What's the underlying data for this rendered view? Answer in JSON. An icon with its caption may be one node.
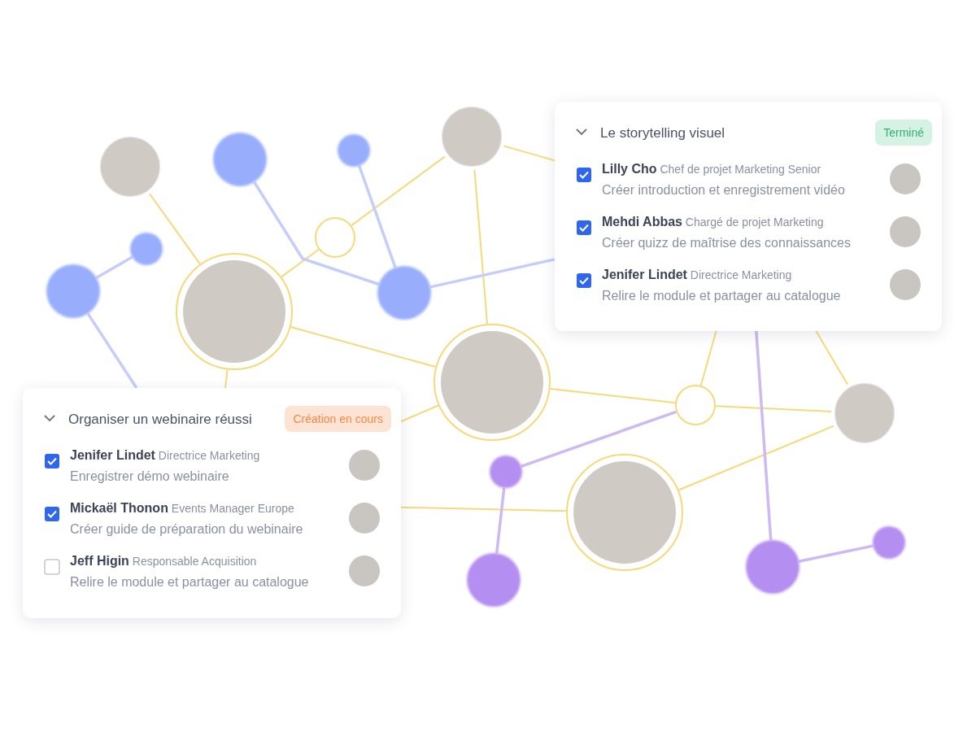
{
  "diagram": {
    "nodes": [
      {
        "text": [],
        "shape": "circle"
      },
      {
        "text": [],
        "shape": "circle"
      },
      {
        "text": [],
        "shape": "circle"
      },
      {
        "text": [],
        "shape": "circle"
      },
      {
        "text": [
          "Le storytelling visuel",
          "**Lilly Cho** Chef de projet Marketing Senior",
          "Créer introduction et enregistrement vidéo",
          "**Mehdi Abbas** Chargé de projet Marketing",
          "Créer quizz de maîtrise des connaissances",
          "**Jenifer Lindet** Directrice Marketing",
          "Relire le module et partager au catalogue"
        ]
      },
      {
        "text": [
          "Terminé"
        ],
        "in": 4
      },
      {
        "text": [],
        "shape": "checkmark",
        "in": 4
      },
      {
        "text": [],
        "shape": "circle",
        "in": 4
      },
      {
        "text": [],
        "shape": "checkmark",
        "in": 4
      },
      {
        "text": [],
        "shape": "circle",
        "in": 4
      },
      {
        "text": [],
        "shape": "checkmark",
        "in": 4
      },
      {
        "text": [],
        "shape": "circle",
        "in": 4
      },
      {
        "text": [],
        "shape": "circle"
      },
      {
        "text": [],
        "shape": "circle"
      },
      {
        "text": [],
        "shape": "circle"
      },
      {
        "text": [],
        "shape": "circle"
      },
      {
        "text": [],
        "shape": "circle"
      },
      {
        "text": [],
        "shape": "circle"
      },
      {
        "text": [],
        "shape": "circle"
      },
      {
        "text": [
          "Organiser un webinaire réussi",
          "**Jenifer Lindet** Directrice Marketing",
          "Enregistrer démo webinaire",
          "**Mickaël Thonon** Events Manager Europe",
          "Créer guide de préparation du webinaire",
          "**Jeff Higin** Responsable Acquisition",
          "Relire le module et partager au catalogue"
        ]
      },
      {
        "text": [
          "Création en cours"
        ],
        "in": 19
      },
      {
        "text": [],
        "shape": "checkmark",
        "in": 19
      },
      {
        "text": [],
        "shape": "circle",
        "in": 19
      },
      {
        "text": [],
        "shape": "checkmark",
        "in": 19
      },
      {
        "text": [],
        "shape": "circle",
        "in": 19
      },
      {
        "text": [],
        "shape": "box",
        "in": 19
      },
      {
        "text": [],
        "shape": "circle",
        "in": 19
      },
      {
        "text": [],
        "shape": "circle"
      },
      {
        "text": [],
        "shape": "circle"
      },
      {
        "text": [],
        "shape": "circle"
      },
      {
        "text": [],
        "shape": "circle"
      },
      {
        "text": [],
        "shape": "circle"
      },
      {
        "text": [],
        "shape": "circle"
      }
    ],
    "edges": [
      {
        "from": 0,
        "to": 15,
        "arrow": "none"
      },
      {
        "from": 15,
        "to": 13,
        "arrow": "none"
      },
      {
        "from": 13,
        "to": 3,
        "arrow": "none"
      },
      {
        "from": 3,
        "to": 4,
        "arrow": "none"
      },
      {
        "from": 3,
        "to": 17,
        "arrow": "none"
      },
      {
        "from": 15,
        "to": 17,
        "arrow": "none"
      },
      {
        "from": 15,
        "to": 19,
        "arrow": "none"
      },
      {
        "from": 17,
        "to": 19,
        "arrow": "none"
      },
      {
        "from": 17,
        "to": 18,
        "arrow": "none"
      },
      {
        "from": 18,
        "to": 27,
        "arrow": "none"
      },
      {
        "from": 18,
        "to": 4,
        "arrow": "none"
      },
      {
        "from": 4,
        "to": 27,
        "arrow": "none"
      },
      {
        "from": 27,
        "to": 29,
        "arrow": "none"
      },
      {
        "from": 19,
        "to": 29,
        "arrow": "none"
      },
      {
        "from": 1,
        "to": 16,
        "arrow": "none",
        "color": "#c5cdfb"
      },
      {
        "from": 2,
        "to": 16,
        "arrow": "none",
        "color": "#c5cdfb"
      },
      {
        "from": 16,
        "to": 4,
        "arrow": "none",
        "color": "#c5cdfb"
      },
      {
        "from": 12,
        "to": 14,
        "arrow": "none",
        "color": "#c5cdfb"
      },
      {
        "from": 14,
        "to": 19,
        "arrow": "none",
        "color": "#c5cdfb"
      },
      {
        "from": 28,
        "to": 30,
        "arrow": "none",
        "color": "#cdbaf3"
      },
      {
        "from": 28,
        "to": 18,
        "arrow": "none",
        "color": "#cdbaf3"
      },
      {
        "from": 4,
        "to": 31,
        "arrow": "none",
        "color": "#cdbaf3"
      },
      {
        "from": 31,
        "to": 32,
        "arrow": "none",
        "color": "#cdbaf3"
      }
    ]
  }
}
